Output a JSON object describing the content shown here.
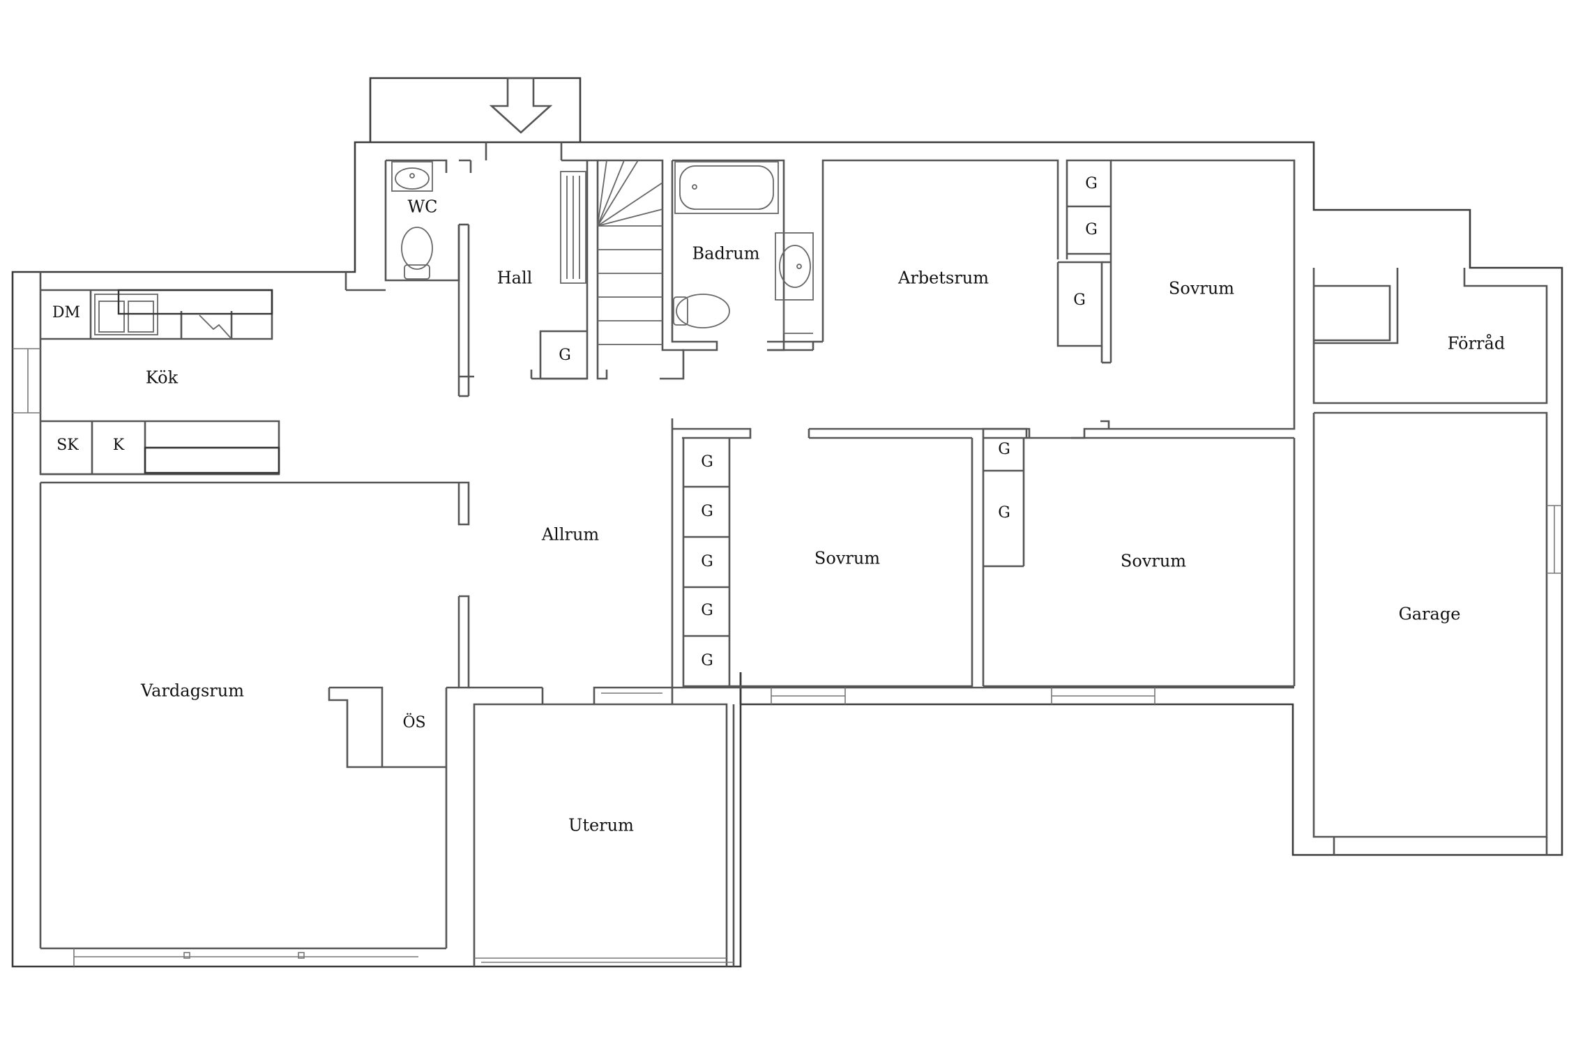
{
  "rooms": {
    "wc": "WC",
    "hall": "Hall",
    "badrum": "Badrum",
    "arbetsrum": "Arbetsrum",
    "sovrum_ne": "Sovrum",
    "forrad": "Förråd",
    "kok": "Kök",
    "allrum": "Allrum",
    "sovrum_mid": "Sovrum",
    "sovrum_east": "Sovrum",
    "garage": "Garage",
    "vardagsrum": "Vardagsrum",
    "uterum": "Uterum"
  },
  "fixtures": {
    "dm": "DM",
    "sk": "SK",
    "k": "K",
    "os": "ÖS",
    "g": "G"
  }
}
